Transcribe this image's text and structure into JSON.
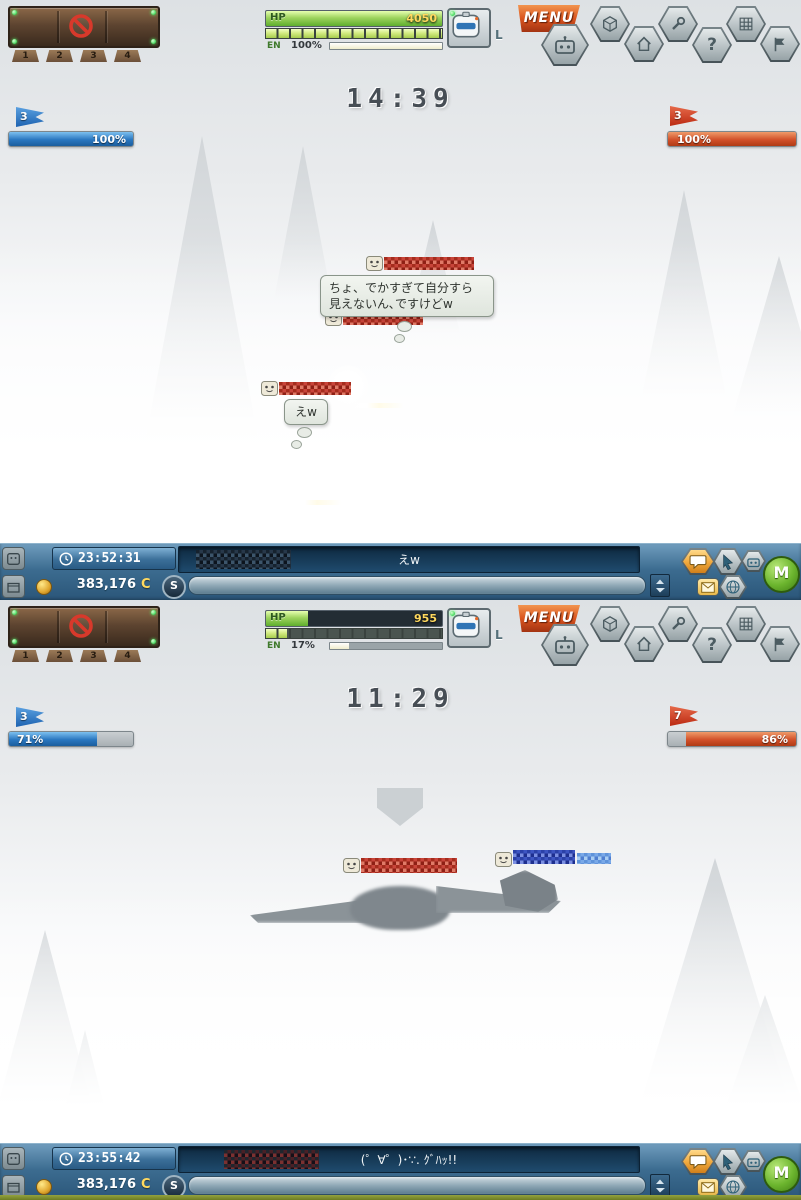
{
  "screens": [
    {
      "timer": "14:39",
      "weapon_palette": {
        "slot_tabs": [
          "1",
          "2",
          "3",
          "4"
        ]
      },
      "status": {
        "hp_label": "HP",
        "hp_value": "4050",
        "hp_fill": "width:100%",
        "hp_seg_fill": "width:100%",
        "en_label": "EN",
        "en_value": "100%",
        "en_fill": "width:100%",
        "pilot_badge": "L"
      },
      "menu": {
        "label": "MENU",
        "help": "?"
      },
      "teams": {
        "blue": {
          "flag_number": "3",
          "gauge_text": "100%",
          "gauge_fill": "width:100%"
        },
        "red": {
          "flag_number": "3",
          "gauge_text": "100%",
          "gauge_fill": "width:100%"
        }
      },
      "bubbles": {
        "b1_line1": "ちょ、でかすぎて自分すら",
        "b1_line2": "見えないん､ですけどw",
        "b2_text": "えw"
      },
      "bottom": {
        "time": "23:52:31",
        "message": "えw",
        "money": "383,176",
        "currency": "C",
        "s_label": "S",
        "m_label": "M"
      }
    },
    {
      "timer": "11:29",
      "weapon_palette": {
        "slot_tabs": [
          "1",
          "2",
          "3",
          "4"
        ]
      },
      "status": {
        "hp_label": "HP",
        "hp_value": "955",
        "hp_fill": "width:24%",
        "hp_seg_fill": "width:12%",
        "en_label": "EN",
        "en_value": "17%",
        "en_fill": "width:17%",
        "pilot_badge": "L"
      },
      "menu": {
        "label": "MENU",
        "help": "?"
      },
      "teams": {
        "blue": {
          "flag_number": "3",
          "gauge_text": "71%",
          "gauge_fill": "width:71%"
        },
        "red": {
          "flag_number": "7",
          "gauge_text": "86%",
          "gauge_fill": "width:86%"
        }
      },
      "bottom": {
        "time": "23:55:42",
        "message": "(゜∀゜)･∵. ｸﾞﾊｯ!!",
        "money": "383,176",
        "currency": "C",
        "s_label": "S",
        "m_label": "M"
      }
    }
  ]
}
